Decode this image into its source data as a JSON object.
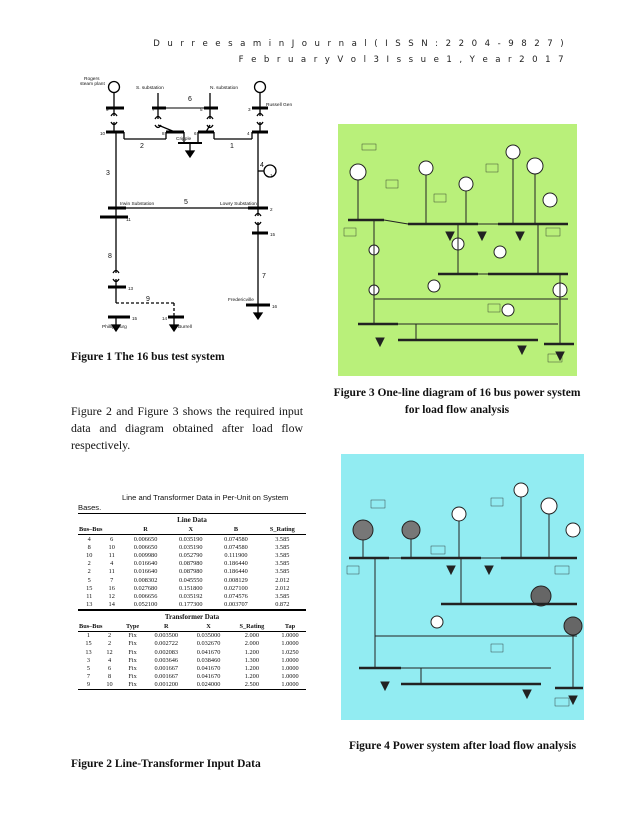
{
  "header": {
    "line1": "D u r r e e s a m i n   J o u r n a l ( I S S N : 2 2 0 4 - 9 8 2 7 )",
    "line2": "F e b r u a r y   V o l 3   I s s u e 1 , Y e a r 2 0 1 7"
  },
  "captions": {
    "fig1": "Figure 1 The 16 bus test system",
    "fig2": "Figure 2 Line-Transformer Input Data",
    "fig3": "Figure 3 One-line diagram of 16 bus power system for load flow analysis",
    "fig4": "Figure 4 Power system after load flow analysis"
  },
  "body_text": "Figure 2 and Figure 3 shows the required input data and diagram obtained after load flow respectively.",
  "fig1_labels": {
    "rogers": "Rogers",
    "steam": "steam plant",
    "s_sub": "S. substation",
    "n_sub": "N. substation",
    "russell": "Russell Gen",
    "cripple": "Cripple",
    "irwin": "Irwin Substation",
    "lowry": "Lowry Substation",
    "fredericville": "Fredericville",
    "phillipsburg": "Phillipsburg",
    "burrell": "Burrell",
    "n1": "1",
    "n2": "2",
    "n3": "3",
    "n4": "4",
    "n5": "5",
    "n6": "6",
    "n7": "7",
    "n8": "8",
    "n9": "9",
    "n10": "10",
    "n11": "11",
    "n13": "13",
    "n14": "14",
    "n15": "15",
    "n16": "16"
  },
  "fig2": {
    "title_line1": "Line and Transformer Data in Per-Unit on System",
    "title_line2": "Bases.",
    "line_data_title": "Line Data",
    "line_headers": [
      "Bus–Bus",
      "",
      "R",
      "X",
      "B",
      "S_Rating"
    ],
    "line_rows": [
      [
        "4",
        "6",
        "0.006650",
        "0.035190",
        "0.074580",
        "3.585"
      ],
      [
        "8",
        "10",
        "0.006650",
        "0.035190",
        "0.074580",
        "3.585"
      ],
      [
        "10",
        "11",
        "0.009980",
        "0.052790",
        "0.111900",
        "3.585"
      ],
      [
        "2",
        "4",
        "0.016640",
        "0.087980",
        "0.186440",
        "3.585"
      ],
      [
        "2",
        "11",
        "0.016640",
        "0.087980",
        "0.186440",
        "3.585"
      ],
      [
        "5",
        "7",
        "0.008302",
        "0.045550",
        "0.008129",
        "2.012"
      ],
      [
        "15",
        "16",
        "0.027680",
        "0.151800",
        "0.027100",
        "2.012"
      ],
      [
        "11",
        "12",
        "0.006656",
        "0.035192",
        "0.074576",
        "3.585"
      ],
      [
        "13",
        "14",
        "0.052100",
        "0.177300",
        "0.003707",
        "0.872"
      ]
    ],
    "transformer_title": "Transformer Data",
    "transformer_headers": [
      "Bus–Bus",
      "",
      "Type",
      "R",
      "X",
      "S_Rating",
      "Tap"
    ],
    "transformer_rows": [
      [
        "1",
        "2",
        "Fix",
        "0.003500",
        "0.035000",
        "2.000",
        "1.0000"
      ],
      [
        "15",
        "2",
        "Fix",
        "0.002722",
        "0.032670",
        "2.000",
        "1.0000"
      ],
      [
        "13",
        "12",
        "Fix",
        "0.002083",
        "0.041670",
        "1.200",
        "1.0250"
      ],
      [
        "3",
        "4",
        "Fix",
        "0.003646",
        "0.038460",
        "1.300",
        "1.0000"
      ],
      [
        "5",
        "6",
        "Fix",
        "0.001667",
        "0.041670",
        "1.200",
        "1.0000"
      ],
      [
        "7",
        "8",
        "Fix",
        "0.001667",
        "0.041670",
        "1.200",
        "1.0000"
      ],
      [
        "9",
        "10",
        "Fix",
        "0.001200",
        "0.024000",
        "2.500",
        "1.0000"
      ]
    ]
  },
  "colors": {
    "fig3_bg": "#b9f07a",
    "fig4_bg": "#92ecf2",
    "ink": "#111111"
  }
}
